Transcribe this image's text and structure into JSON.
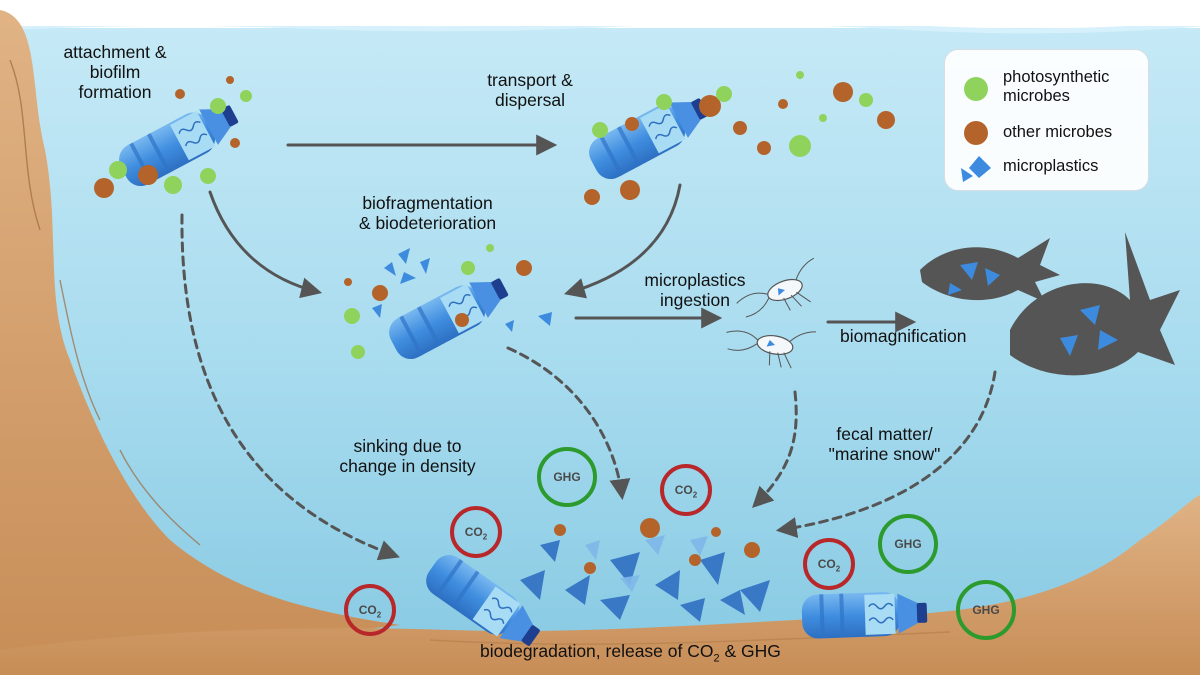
{
  "process_labels": {
    "attachment": [
      "attachment &",
      "biofilm",
      "formation"
    ],
    "transport": [
      "transport &",
      "dispersal"
    ],
    "fragmentation": [
      "biofragmentation",
      "& biodeterioration"
    ],
    "ingestion": [
      "microplastics",
      "ingestion"
    ],
    "biomagnification": "biomagnification",
    "sinking": [
      "sinking due to",
      "change in density"
    ],
    "fecal": [
      "fecal matter/",
      "\"marine snow\""
    ],
    "biodegradation": {
      "before": "biodegradation, release of CO",
      "sub": "2",
      "after": " & GHG"
    }
  },
  "gas_symbols": {
    "co2": {
      "main": "CO",
      "sub": "2"
    },
    "ghg": "GHG"
  },
  "legend": {
    "photosynthetic": [
      "photosynthetic",
      "microbes"
    ],
    "other": "other microbes",
    "microplastics": "microplastics"
  },
  "colors": {
    "water_top": "#b9e3f3",
    "water_bottom": "#8fcfe6",
    "sediment": "#d09a66",
    "plastic_blue": "#3d8bde",
    "photosynthetic_microbe": "#8fd35c",
    "other_microbe": "#b4642b",
    "fish": "#555555",
    "co2_ring": "#b8282a",
    "ghg_ring": "#2c9a2c",
    "arrow": "#555555"
  },
  "icons": [
    "bottle-icon",
    "fish-icon",
    "zooplankton-icon",
    "microbe-icon",
    "microplastic-fragment-icon",
    "arrow-icon"
  ]
}
